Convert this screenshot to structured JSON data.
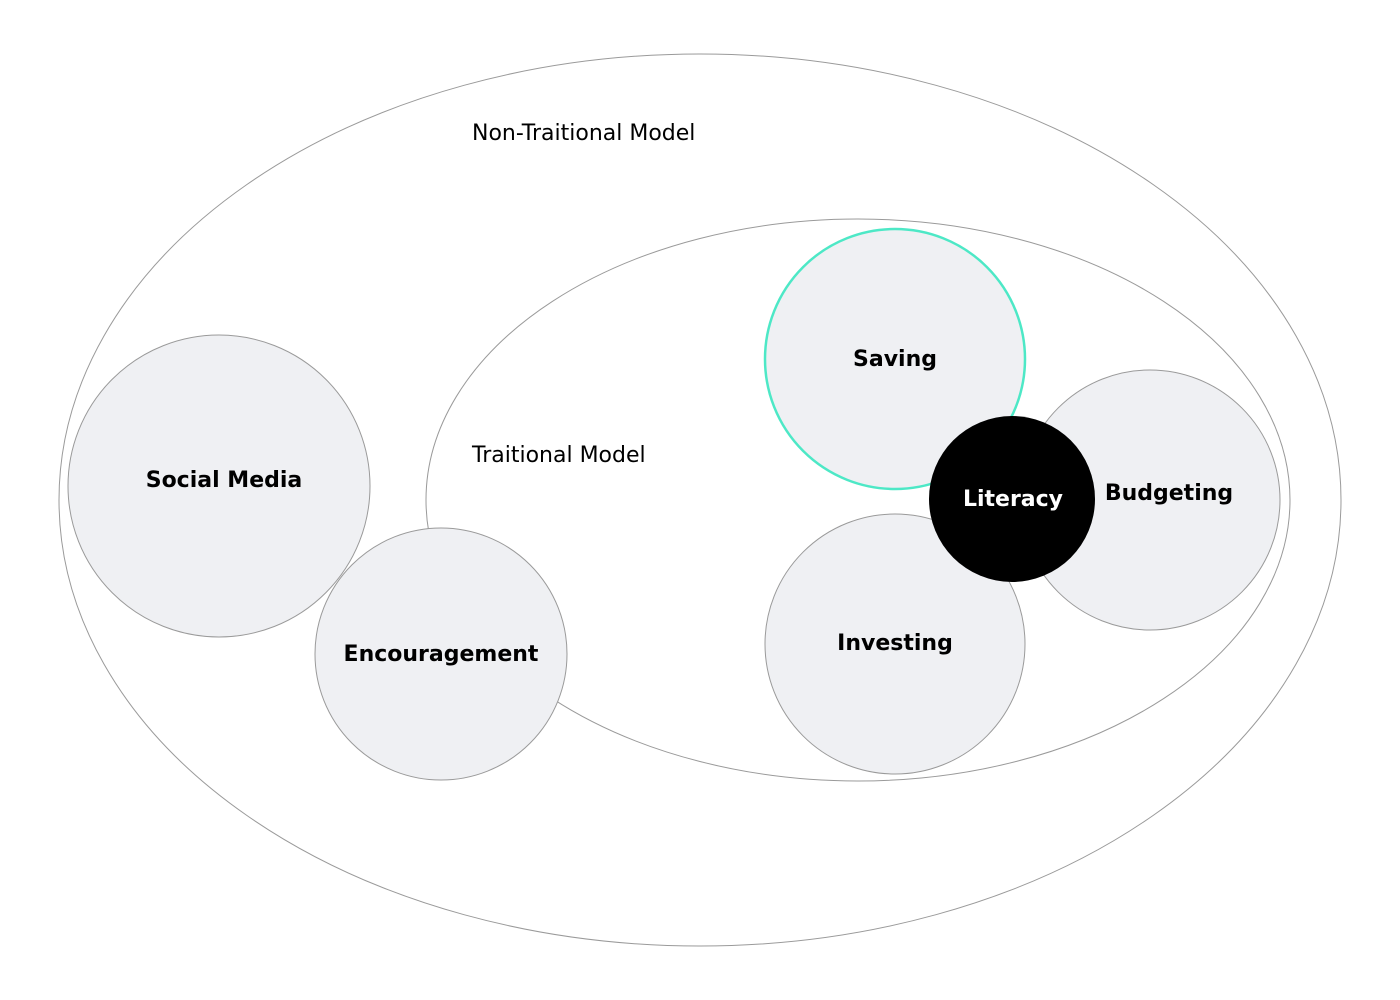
{
  "diagram": {
    "outer_label": "Non-Traitional Model",
    "inner_label": "Traitional Model",
    "nodes": {
      "social_media": "Social Media",
      "encouragement": "Encouragement",
      "saving": "Saving",
      "budgeting": "Budgeting",
      "investing": "Investing",
      "literacy": "Literacy"
    },
    "colors": {
      "node_fill": "#eff0f3",
      "outline": "#9a9a9a",
      "highlight": "#4de8c6",
      "center_fill": "#000000"
    }
  }
}
